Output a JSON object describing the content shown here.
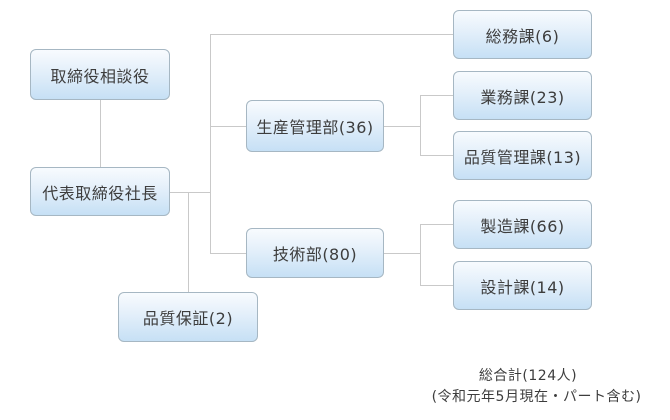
{
  "diagram": {
    "type": "org-chart",
    "colors": {
      "background": "#ffffff",
      "node_fill_top": "#f8fbfe",
      "node_fill_bottom": "#c6e0f5",
      "node_border": "#a6b7c3",
      "node_text": "#3d3d3d",
      "connector": "#c9c9c9"
    },
    "nodes": [
      {
        "id": "chairman-advisor",
        "label": "取締役相談役",
        "parent": null
      },
      {
        "id": "president",
        "label": "代表取締役社長",
        "parent": "chairman-advisor"
      },
      {
        "id": "quality-assurance",
        "label": "品質保証(2)",
        "count": 2,
        "parent": "president"
      },
      {
        "id": "production-control-dept",
        "label": "生産管理部(36)",
        "count": 36,
        "parent": "president"
      },
      {
        "id": "engineering-dept",
        "label": "技術部(80)",
        "count": 80,
        "parent": "president"
      },
      {
        "id": "general-affairs-section",
        "label": "総務課(6)",
        "count": 6,
        "parent": "president"
      },
      {
        "id": "business-section",
        "label": "業務課(23)",
        "count": 23,
        "parent": "production-control-dept"
      },
      {
        "id": "quality-control-section",
        "label": "品質管理課(13)",
        "count": 13,
        "parent": "production-control-dept"
      },
      {
        "id": "manufacturing-section",
        "label": "製造課(66)",
        "count": 66,
        "parent": "engineering-dept"
      },
      {
        "id": "design-section",
        "label": "設計課(14)",
        "count": 14,
        "parent": "engineering-dept"
      }
    ]
  },
  "footer": {
    "total": "総合計(124人)",
    "total_count": 124,
    "note": "(令和元年5月現在・パート含む)"
  }
}
